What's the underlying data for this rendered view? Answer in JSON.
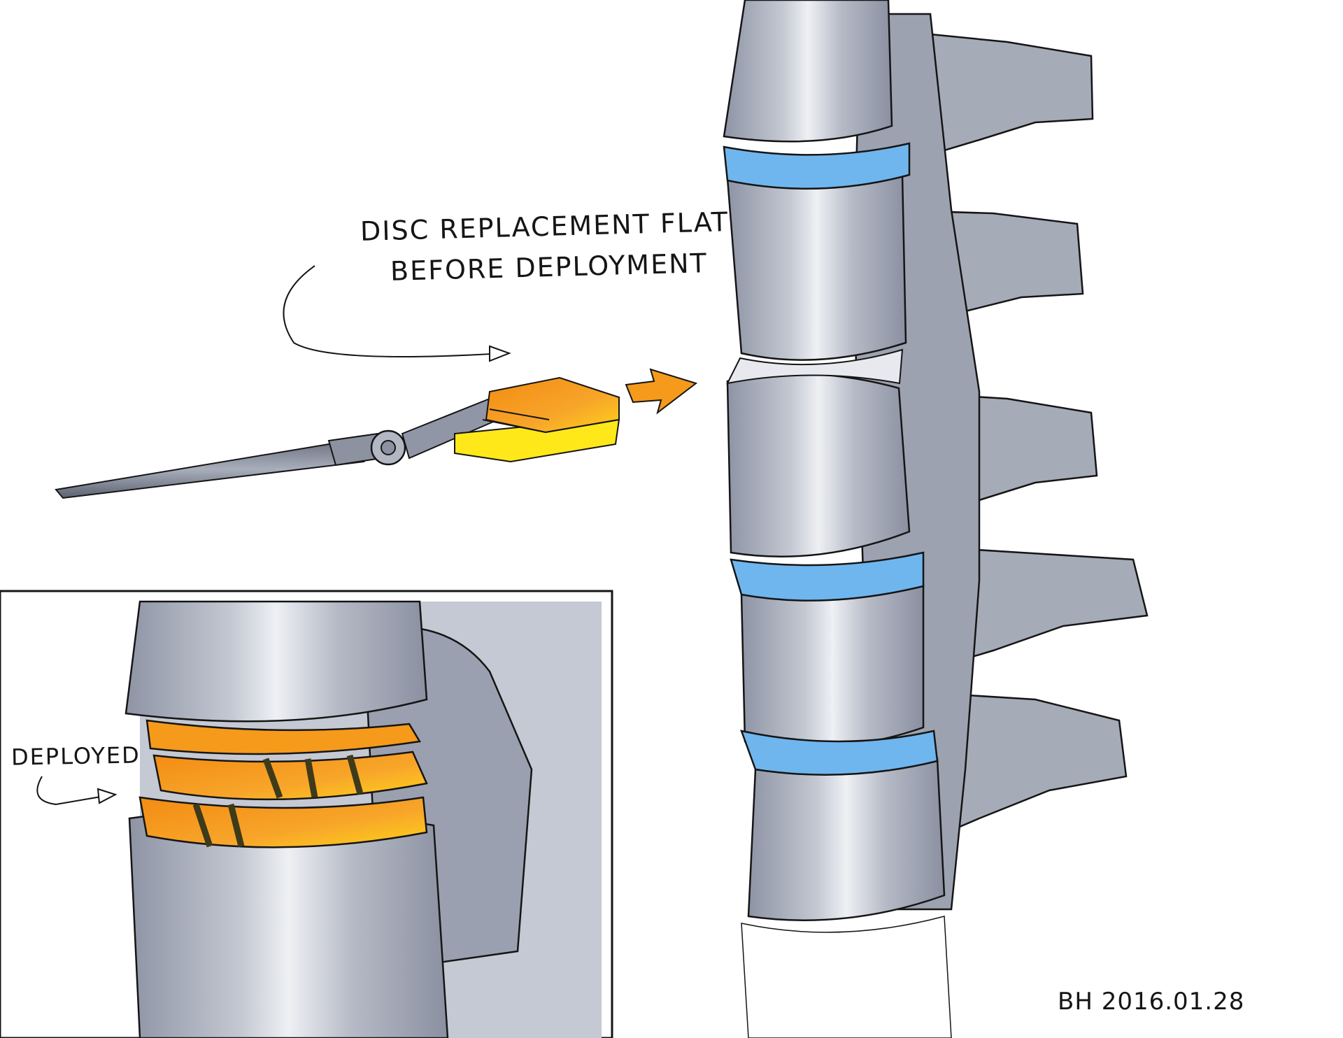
{
  "annotations": {
    "title_line1": "Disc Replacement Flat",
    "title_line2": "Before Deployment",
    "deployed_label": "Deployed",
    "signature": "BH 2016.01.28"
  },
  "colors": {
    "bone": "#b9bdc8",
    "bone_shadow": "#8c92a3",
    "bone_highlight": "#eef0f4",
    "disc": "#6fb6ee",
    "implant_orange": "#f59a1a",
    "implant_yellow": "#ffe81a",
    "ink": "#151515"
  },
  "icons": {
    "arrow": "orange-direction-arrow",
    "instrument": "insertion-instrument"
  }
}
